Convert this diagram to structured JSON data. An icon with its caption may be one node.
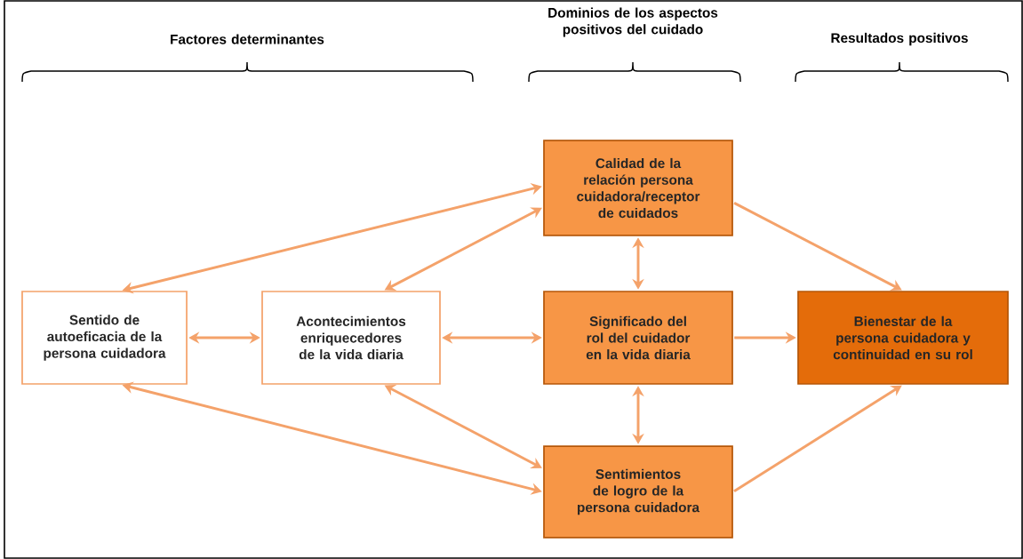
{
  "diagram": {
    "nodes": [
      {
        "text": [
          "Calidad de la relación persona cuidadora/receptor de cuidados"
        ]
      },
      {
        "text": [
          "Sentido de autoeficacia de la persona cuidadora"
        ]
      },
      {
        "text": [
          "Acontecimientos enriquecedores de la vida diaria"
        ]
      },
      {
        "text": [
          "Significado del rol del cuidador en la vida diaria"
        ]
      },
      {
        "text": [
          "Bienestar de la persona cuidadora y continuidad en su rol"
        ]
      },
      {
        "text": [
          "Sentimientos de logro de la persona cuidadora"
        ]
      }
    ],
    "edges": [
      {
        "from": 1,
        "to": 0,
        "arrow": "both"
      },
      {
        "from": 2,
        "to": 0,
        "arrow": "both"
      },
      {
        "from": 0,
        "to": 3,
        "arrow": "both"
      },
      {
        "from": 0,
        "to": 4,
        "arrow": "to"
      },
      {
        "from": 1,
        "to": 2,
        "arrow": "both"
      },
      {
        "from": 2,
        "to": 3,
        "arrow": "both"
      },
      {
        "from": 3,
        "to": 4,
        "arrow": "to"
      },
      {
        "from": 3,
        "to": 5,
        "arrow": "both"
      },
      {
        "from": 1,
        "to": 5,
        "arrow": "both"
      },
      {
        "from": 2,
        "to": 5,
        "arrow": "both"
      },
      {
        "from": 5,
        "to": 4,
        "arrow": "to"
      }
    ],
    "labels": [
      "Dominios de los aspectos positivos del cuidado",
      "Factores determinantes",
      "Resultados positivos"
    ]
  }
}
